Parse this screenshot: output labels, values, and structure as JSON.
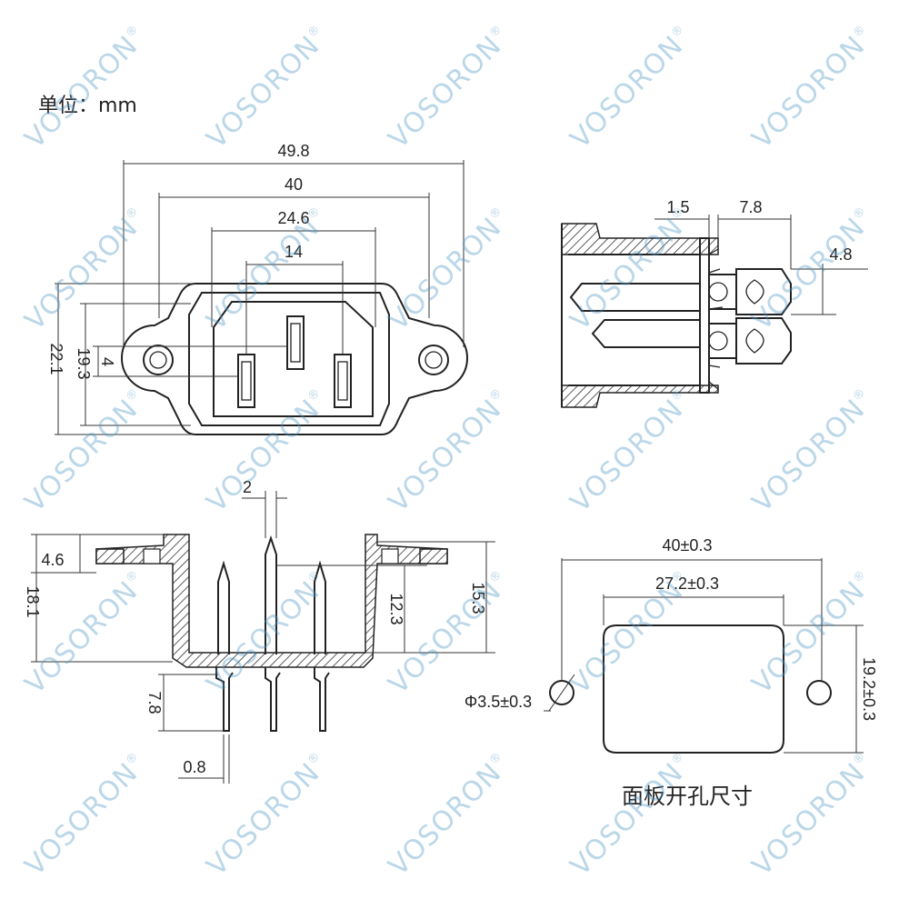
{
  "unit_label": "单位：mm",
  "panel_caption": "面板开孔尺寸",
  "watermark": "VOSORON",
  "watermark_mark": "®",
  "front_view": {
    "overall_width": "49.8",
    "hole_spacing": "40",
    "body_width": "24.6",
    "pin_spacing": "14",
    "overall_height": "22.1",
    "body_height": "19.3",
    "pin_offset": "4"
  },
  "side_view": {
    "flange_thickness": "1.5",
    "terminal_length": "7.8",
    "terminal_width": "4.8"
  },
  "section_view": {
    "top_pin_width": "2",
    "flange_height": "4.6",
    "total_height": "18.1",
    "inner_depth": "12.3",
    "body_depth": "15.3",
    "pin_length": "7.8",
    "pin_thickness": "0.8"
  },
  "panel_cutout": {
    "hole_spacing": "40±0.3",
    "cutout_width": "27.2±0.3",
    "cutout_height": "19.2±0.3",
    "hole_diameter": "Φ3.5±0.3"
  }
}
